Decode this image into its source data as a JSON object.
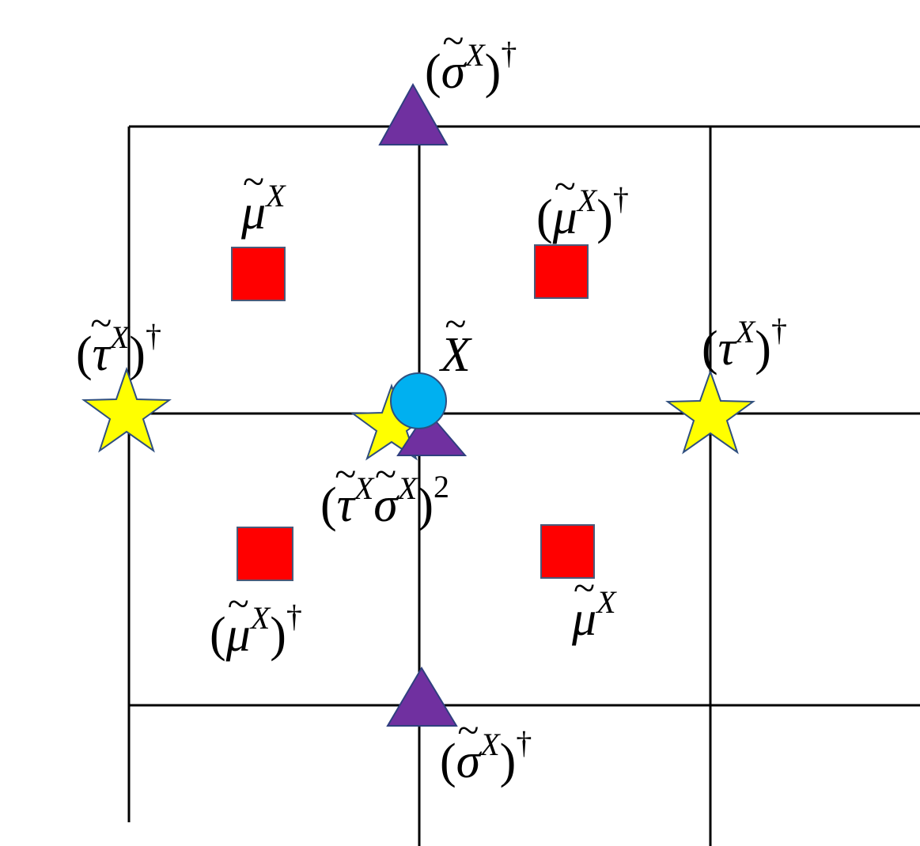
{
  "diagram": {
    "type": "lattice-operator-diagram",
    "colors": {
      "grid_line": "#000000",
      "square": "#ff0000",
      "triangle": "#7030a0",
      "star": "#ffff00",
      "circle": "#00b0f0",
      "outline": "#2f4f7f"
    },
    "labels": {
      "sigma_dag_top": {
        "base": "σ",
        "sup": "X",
        "dag": "†"
      },
      "mu_top_left": {
        "base": "μ",
        "sup": "X"
      },
      "mu_dag_top_right": {
        "base": "μ",
        "sup": "X",
        "dag": "†"
      },
      "tau_dag_left": {
        "base": "τ",
        "sup": "X",
        "dag": "†"
      },
      "x_center": {
        "base": "X"
      },
      "tau_dag_right": {
        "base": "τ",
        "sup": "X",
        "dag": "†"
      },
      "tau_sigma_sq": {
        "base1": "τ",
        "sup1": "X",
        "base2": "σ",
        "sup2": "X",
        "pow": "2"
      },
      "mu_dag_bottom_left": {
        "base": "μ",
        "sup": "X",
        "dag": "†"
      },
      "mu_bottom_right": {
        "base": "μ",
        "sup": "X"
      },
      "sigma_dag_bottom": {
        "base": "σ",
        "sup": "X",
        "dag": "†"
      }
    },
    "paren_open": "(",
    "paren_close": ")"
  }
}
